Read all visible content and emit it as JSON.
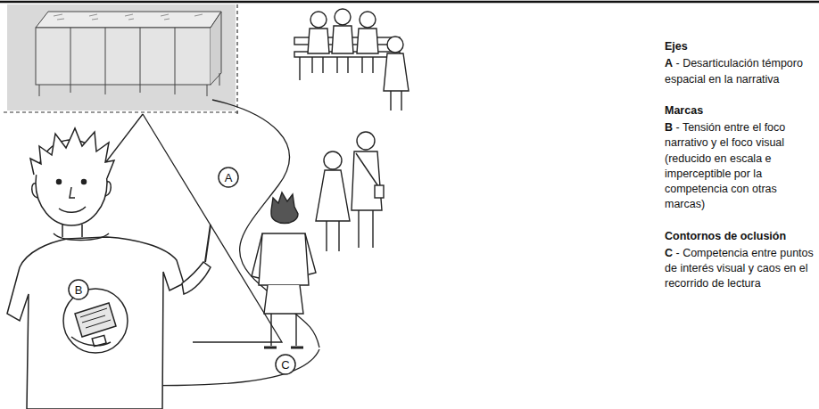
{
  "diagram": {
    "nodes": [
      {
        "text": [
          "A"
        ]
      },
      {
        "text": [
          "B"
        ]
      },
      {
        "text": [
          "C"
        ]
      }
    ],
    "labels": [
      "Ejes",
      "A - Desarticulación témporo espacial en la narrativa",
      "Marcas",
      "B - Tensión entre el foco narrativo y el foco visual (reducido en escala e imperceptible por la competencia con otras marcas)",
      "Contornos de oclusión",
      "C - Competencia entre puntos de interés visual y caos en el recorrido de lectura"
    ]
  }
}
